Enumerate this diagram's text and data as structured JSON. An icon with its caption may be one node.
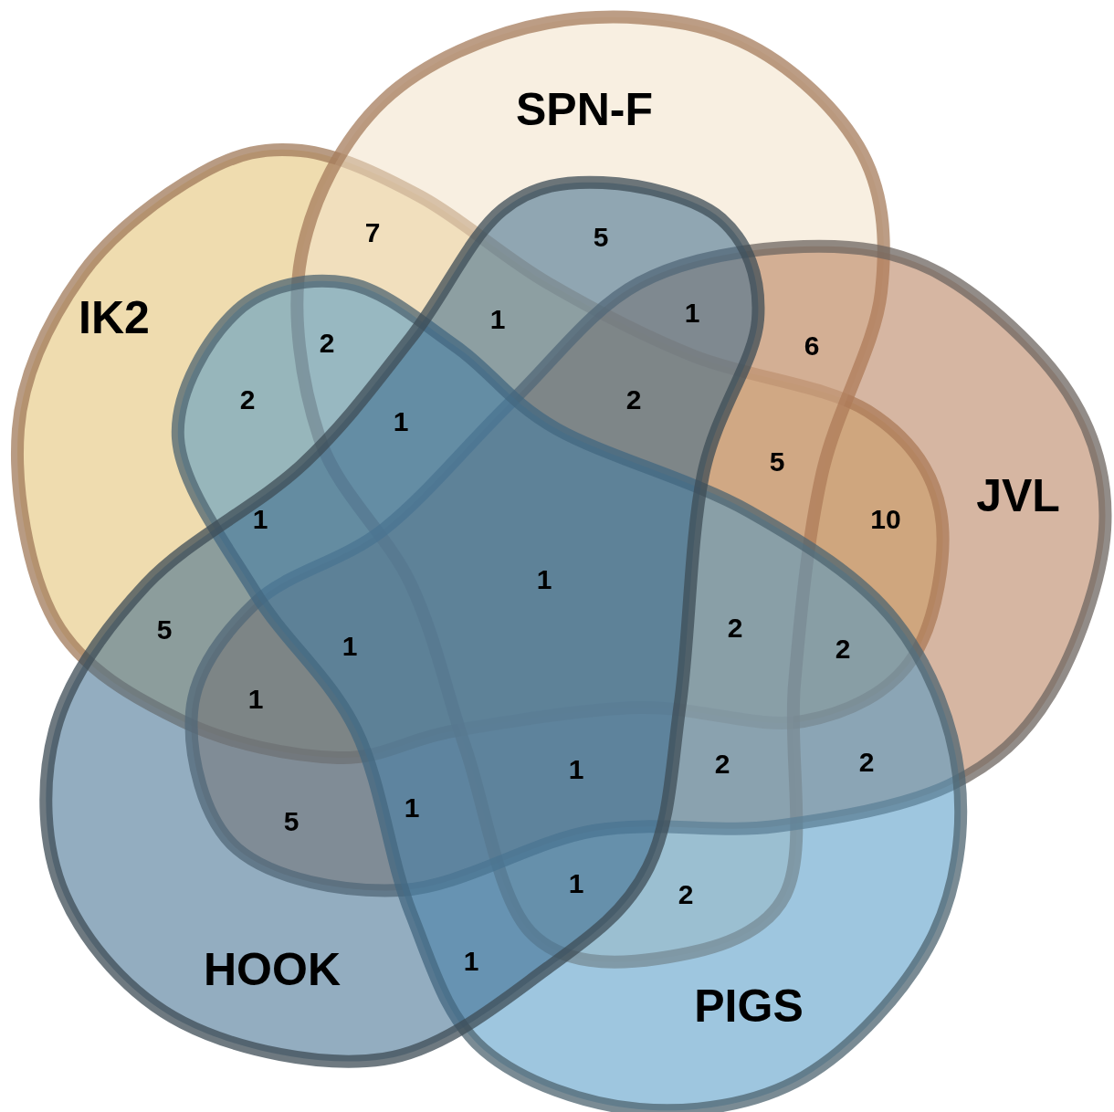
{
  "diagram": {
    "nodes": [
      {
        "text": [
          "IK2"
        ]
      },
      {
        "text": [
          "SPN-F"
        ]
      },
      {
        "text": [
          "JVL"
        ]
      },
      {
        "text": [
          "PIGS"
        ]
      },
      {
        "text": [
          "HOOK"
        ]
      }
    ],
    "edges": [],
    "labels": [
      "7",
      "5",
      "1",
      "1",
      "2",
      "6",
      "2",
      "2",
      "1",
      "5",
      "10",
      "1",
      "1",
      "5",
      "2",
      "1",
      "2",
      "1",
      "2",
      "2",
      "1",
      "1",
      "5",
      "1",
      "2",
      "1"
    ]
  }
}
